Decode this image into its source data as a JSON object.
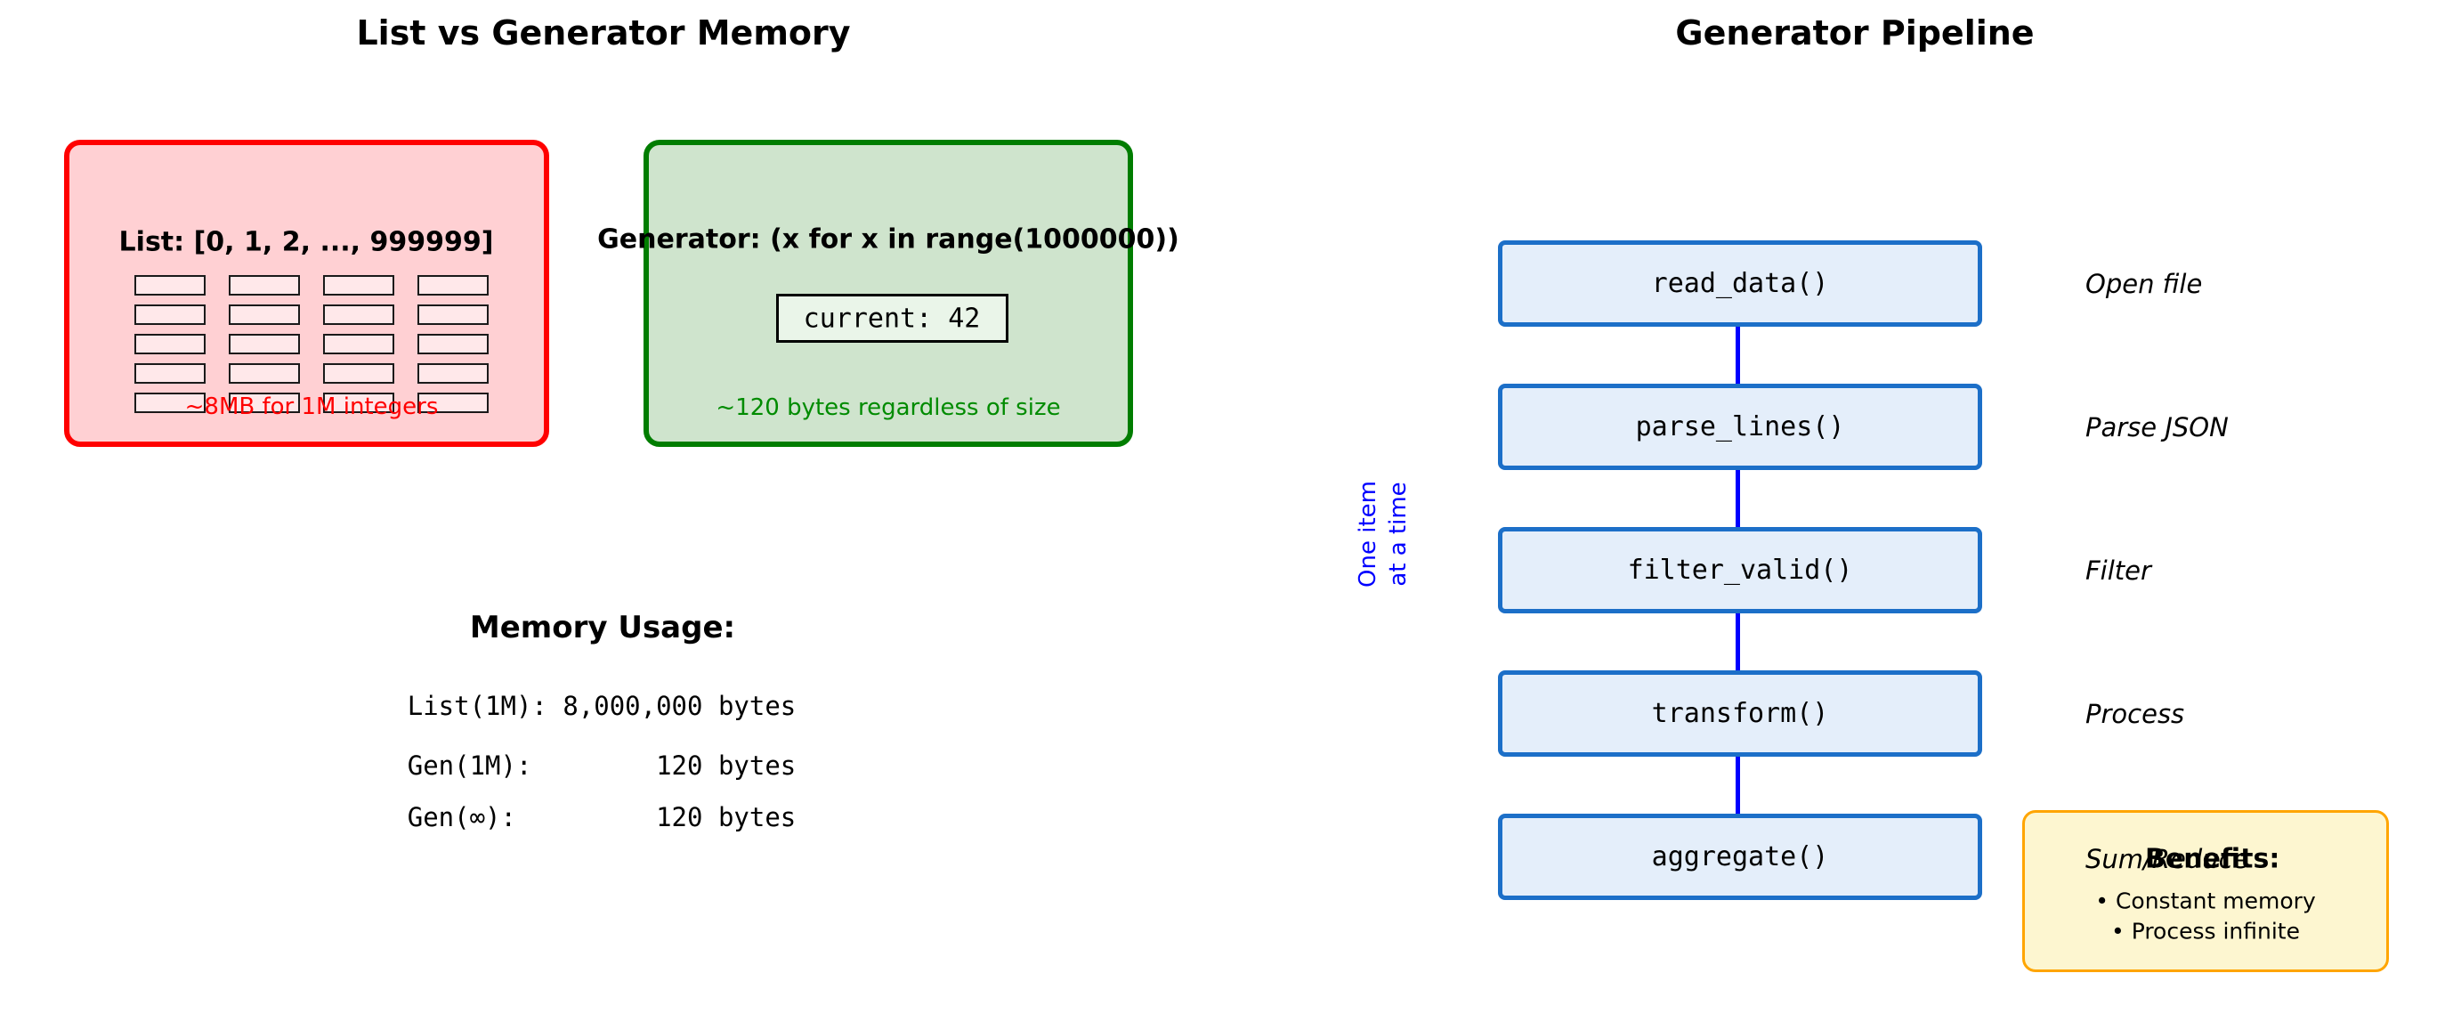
{
  "left_panel": {
    "title": "List vs Generator Memory",
    "list_box": {
      "title": "List: [0, 1, 2, ..., 999999]",
      "caption": "~8MB for 1M integers",
      "grid": {
        "rows": 5,
        "cols": 4
      }
    },
    "generator_box": {
      "title": "Generator: (x for x in range(1000000))",
      "current_value": "current: 42",
      "caption": "~120 bytes regardless of size"
    },
    "memory_usage": {
      "heading": "Memory Usage:",
      "lines": [
        "List(1M): 8,000,000 bytes",
        "Gen(1M):        120 bytes",
        "Gen(∞):         120 bytes"
      ]
    }
  },
  "right_panel": {
    "title": "Generator Pipeline",
    "stages": [
      {
        "name": "read_data()",
        "label": "Open file"
      },
      {
        "name": "parse_lines()",
        "label": "Parse JSON"
      },
      {
        "name": "filter_valid()",
        "label": "Filter"
      },
      {
        "name": "transform()",
        "label": "Process"
      },
      {
        "name": "aggregate()",
        "label": "Sum/Reduce"
      }
    ],
    "side_note": "One item\nat a time",
    "benefits_box": {
      "heading": "Benefits:",
      "items": [
        "• Constant memory",
        "• Process infinite"
      ]
    }
  },
  "colors": {
    "list_border": "#ff0000",
    "list_fill": "#ffd0d3",
    "list_cell_fill": "#ffe8ea",
    "list_caption": "#ff0000",
    "generator_border": "#007d00",
    "generator_fill": "#cfe4cd",
    "current_box_fill": "#eaf5e9",
    "generator_caption": "#008b00",
    "stage_fill": "#e4eefa",
    "stage_border": "#1c6fc8",
    "connector": "#0000ff",
    "side_note": "#0000ff",
    "benefits_fill": "#fdf6d0",
    "benefits_border": "#ffa500"
  }
}
